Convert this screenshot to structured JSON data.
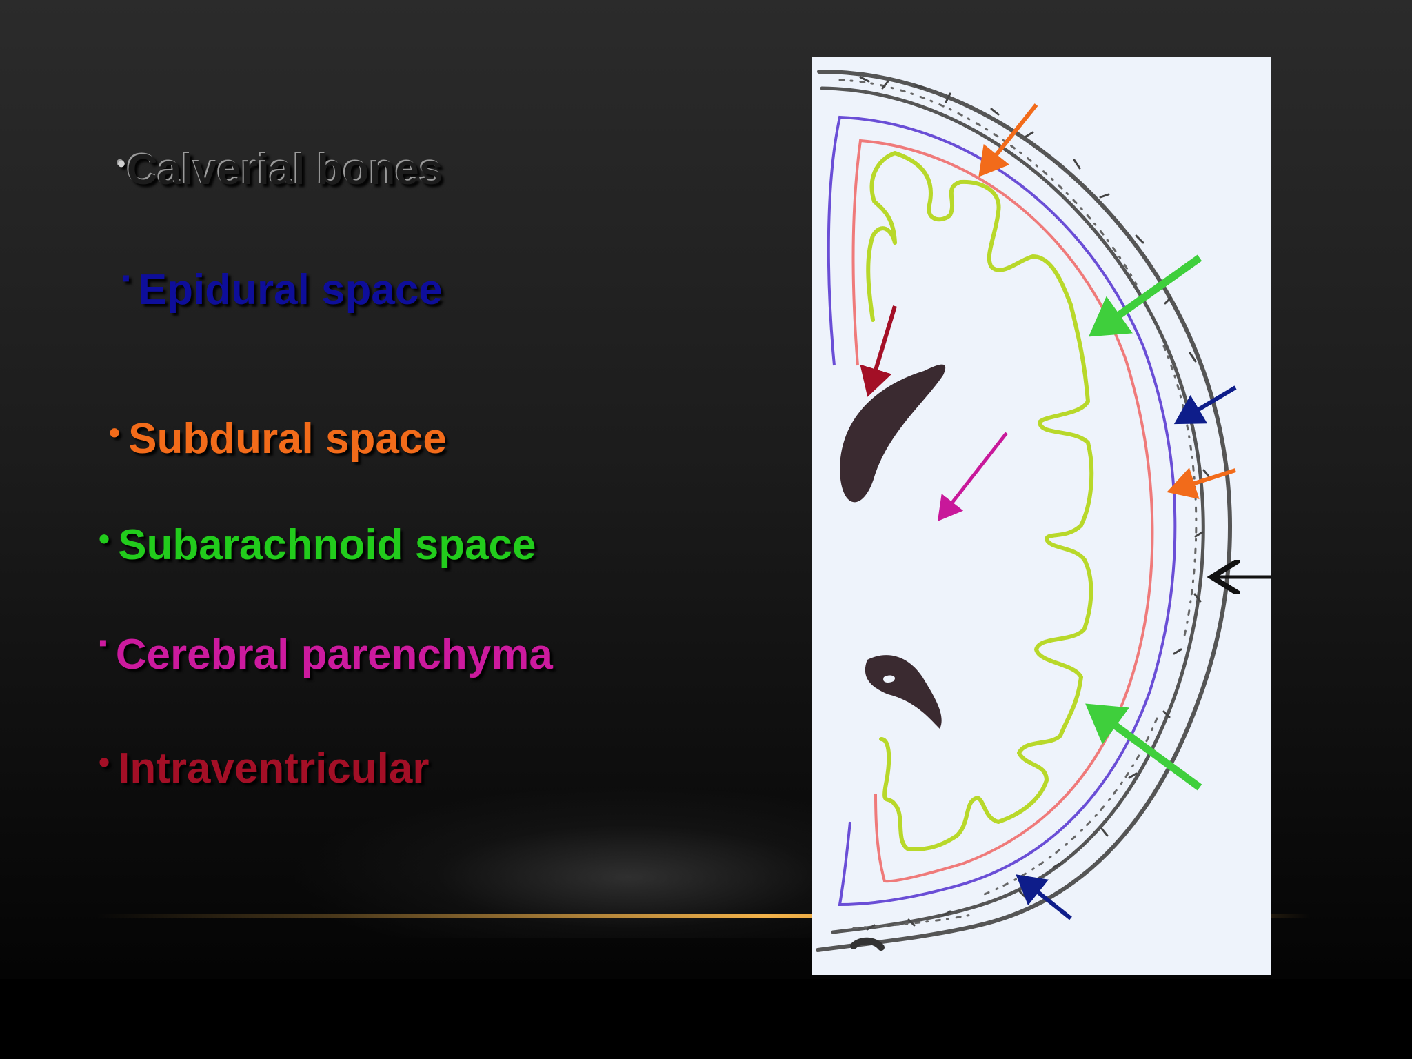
{
  "labels": [
    {
      "text": "Calverial bones",
      "color": "#1c1c1c",
      "bullet": "•"
    },
    {
      "text": "Epidural space",
      "color": "#0e0e9a",
      "bullet": "▪"
    },
    {
      "text": "Subdural space",
      "color": "#f26b1a",
      "bullet": "•"
    },
    {
      "text": "Subarachnoid space",
      "color": "#22cc1c",
      "bullet": "•"
    },
    {
      "text": "Cerebral parenchyma",
      "color": "#cc1a9e",
      "bullet": "▪"
    },
    {
      "text": "Intraventricular",
      "color": "#a30f26",
      "bullet": "•"
    }
  ],
  "diagram": {
    "colors": {
      "skull": "#555555",
      "epidural_line": "#6a4ed6",
      "subdural_line": "#ef7a7a",
      "brain_surface": "#b8d82a",
      "ventricle": "#3a2a30",
      "arrow_black": "#111111",
      "arrow_blue": "#0e1d8a",
      "arrow_orange": "#f26b1a",
      "arrow_green": "#3fcf3c",
      "arrow_magenta": "#c8189a",
      "arrow_red": "#a30f26"
    }
  }
}
